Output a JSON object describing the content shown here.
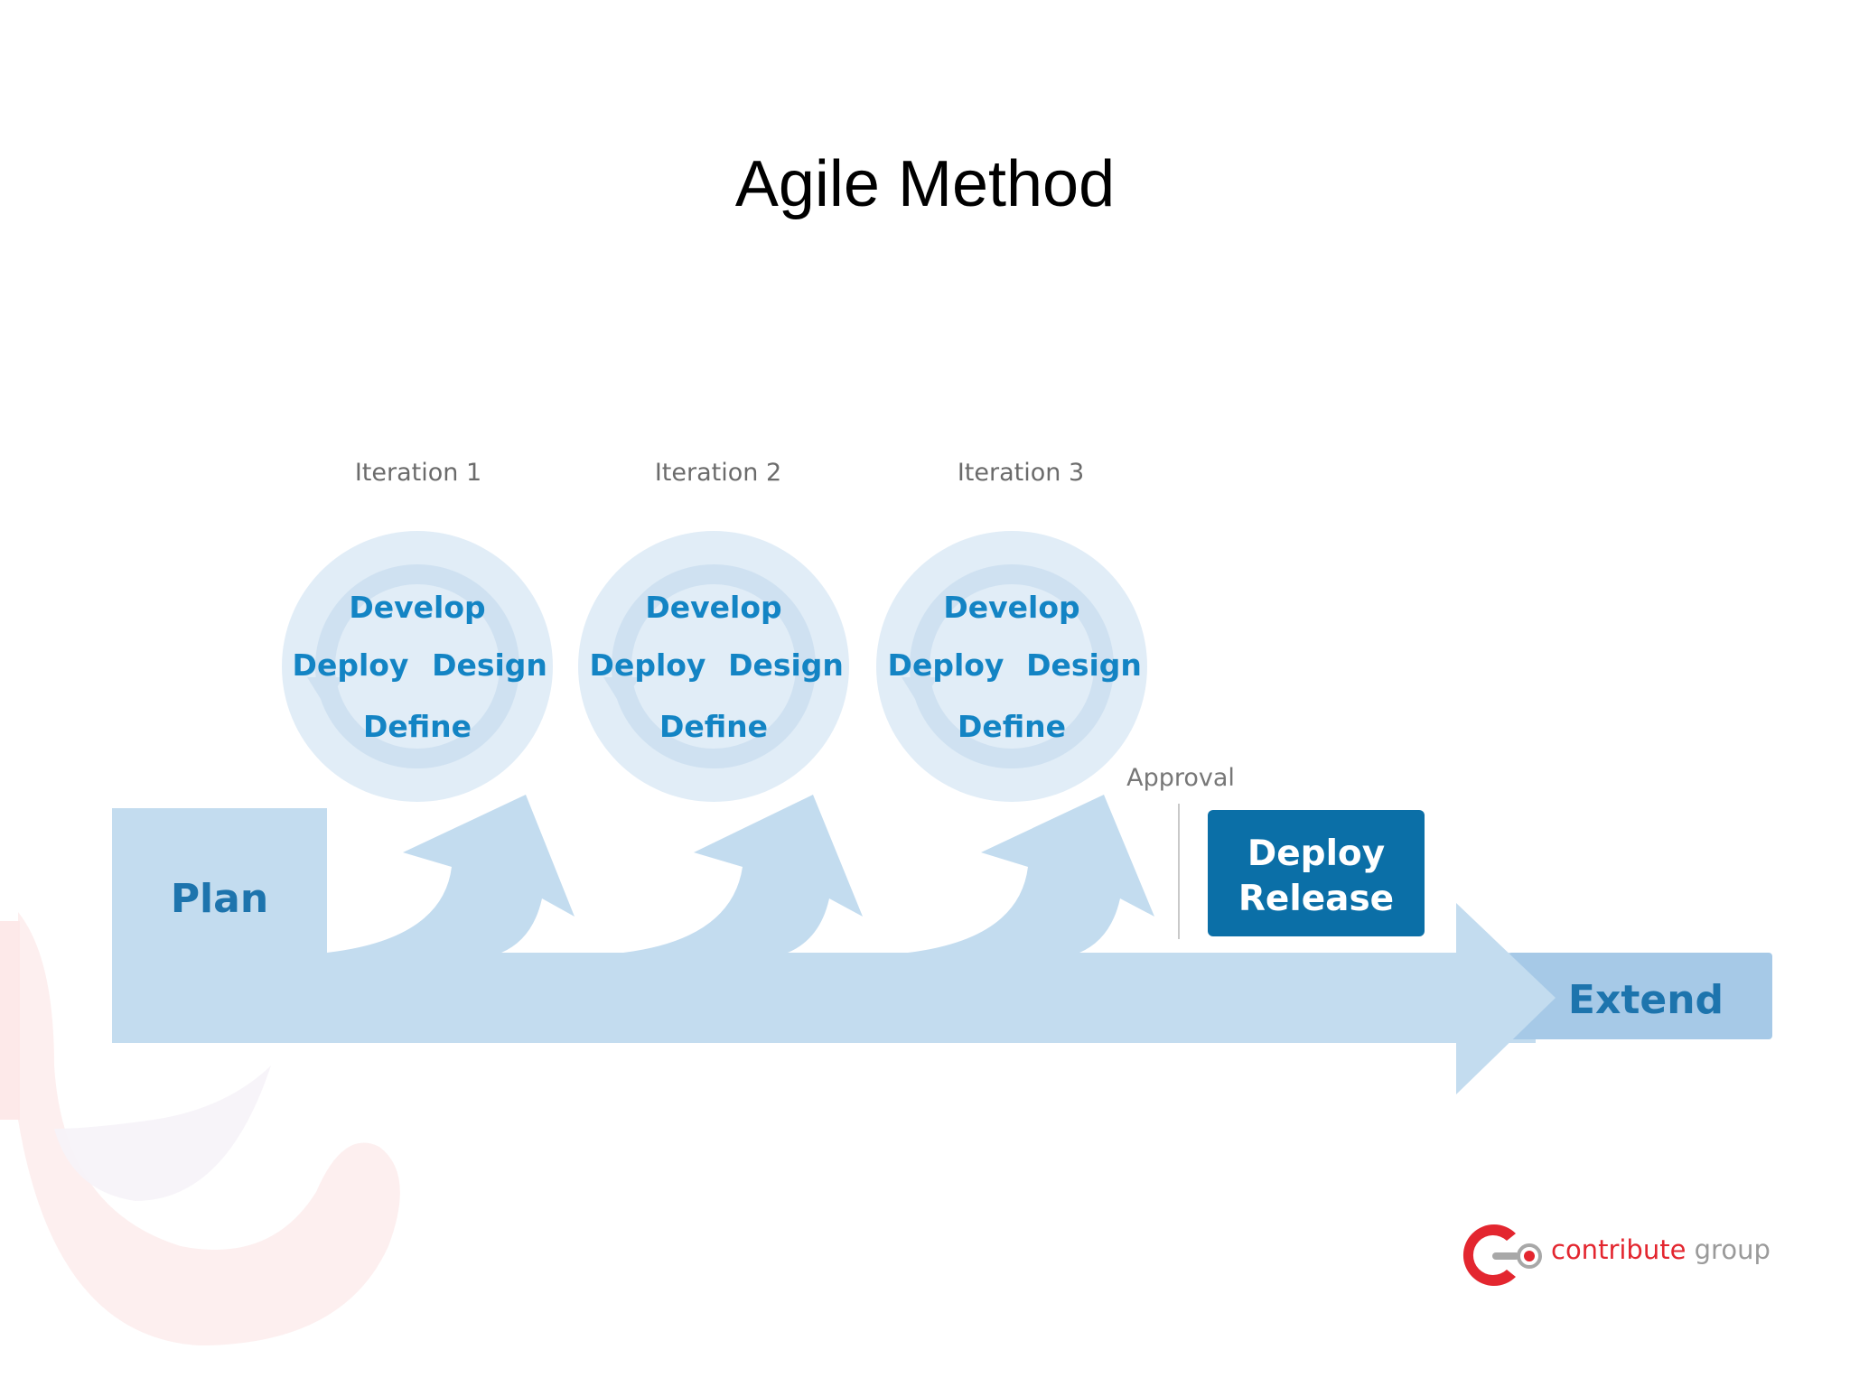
{
  "slide": {
    "title": "Agile Method"
  },
  "diagram": {
    "iterations": [
      {
        "label": "Iteration 1",
        "cycle": {
          "top": "Develop",
          "left": "Deploy",
          "right": "Design",
          "bottom": "Define"
        }
      },
      {
        "label": "Iteration 2",
        "cycle": {
          "top": "Develop",
          "left": "Deploy",
          "right": "Design",
          "bottom": "Define"
        }
      },
      {
        "label": "Iteration 3",
        "cycle": {
          "top": "Develop",
          "left": "Deploy",
          "right": "Design",
          "bottom": "Define"
        }
      }
    ],
    "plan_label": "Plan",
    "approval_label": "Approval",
    "release_box": {
      "line1": "Deploy",
      "line2": "Release"
    },
    "extend_label": "Extend"
  },
  "logo": {
    "name_part1": "contribute",
    "name_part2": "group"
  },
  "colors": {
    "light_blue": "#c3dcef",
    "circle_blue": "#e1edf7",
    "ring_blue": "#cfe1f1",
    "text_blue": "#1384c4",
    "phase_blue": "#1d74ad",
    "release_box": "#0b6fa7",
    "extend_blue": "#a6c9e7",
    "logo_red": "#e3262f",
    "logo_grey": "#9a9a9a"
  }
}
